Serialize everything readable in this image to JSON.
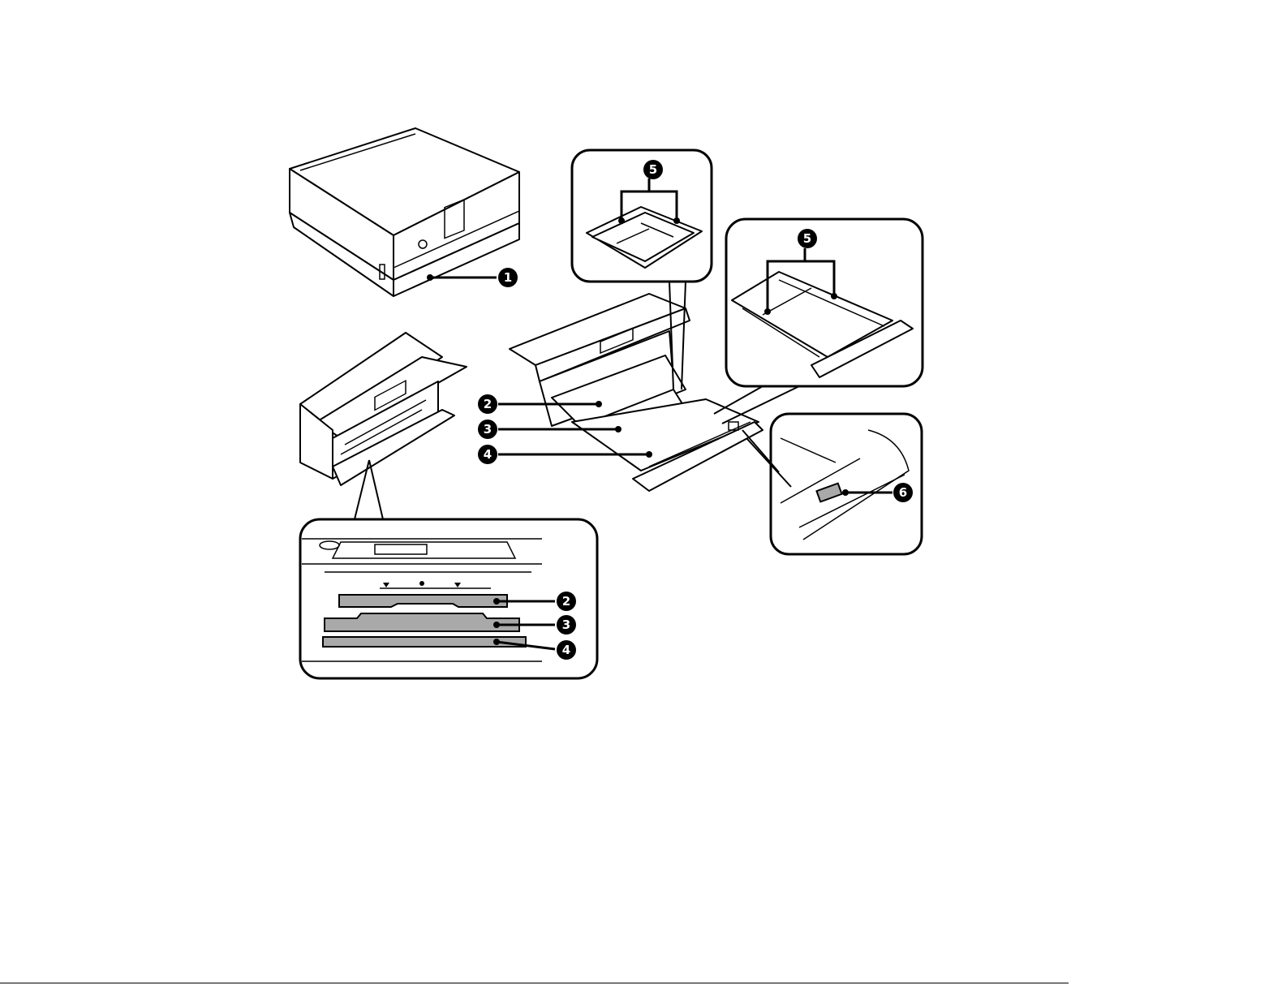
{
  "colors": {
    "line": "#000000",
    "highlight_grey": "#a9a9a9",
    "callout_fill": "#000000",
    "callout_text": "#ffffff",
    "background": "#ffffff"
  },
  "callouts": {
    "c1": "1",
    "c2_main": "2",
    "c3_main": "3",
    "c4_main": "4",
    "c5_top": "5",
    "c5_right": "5",
    "c6": "6",
    "c2_inset": "2",
    "c3_inset": "3",
    "c4_inset": "4"
  }
}
